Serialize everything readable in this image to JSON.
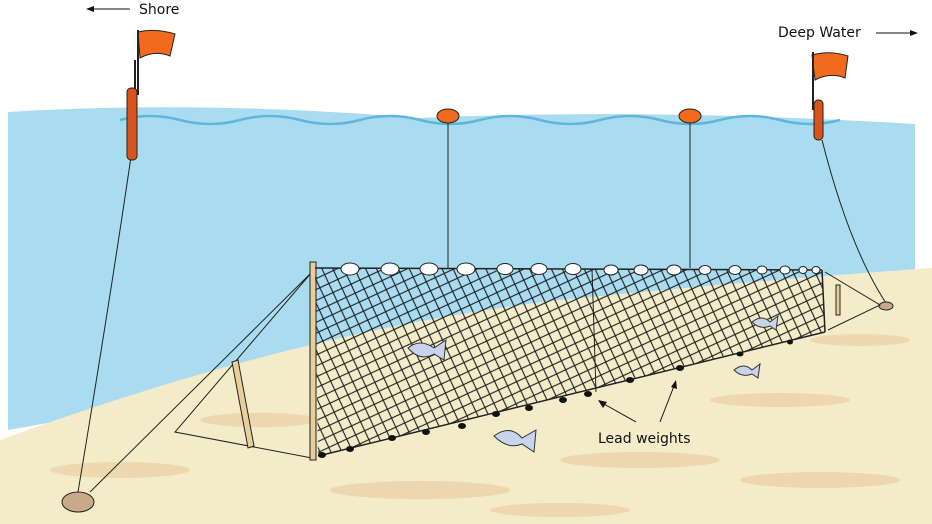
{
  "labels": {
    "shore": "Shore",
    "deep_water": "Deep Water",
    "lead_weights": "Lead weights"
  },
  "colors": {
    "water": "#a9dcf0",
    "sand": "#f4ecc9",
    "sand_patch": "#ecd3a9",
    "flag": "#f26a1b",
    "net": "#1a1a1a"
  }
}
